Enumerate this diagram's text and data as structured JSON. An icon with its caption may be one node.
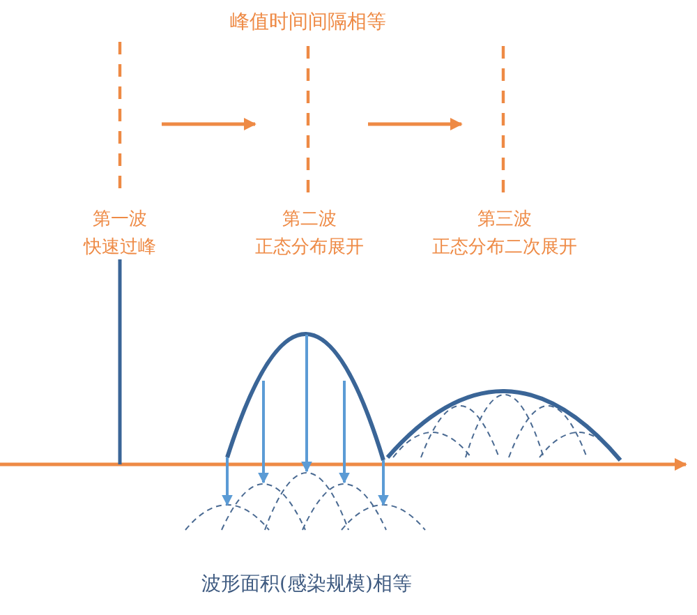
{
  "diagram": {
    "title": "峰值时间间隔相等",
    "caption": "波形面积(感染规模)相等",
    "labels": [
      "第一波",
      "快速过峰",
      "第二波",
      "正态分布展开",
      "第三波",
      "正态分布二次展开"
    ]
  }
}
